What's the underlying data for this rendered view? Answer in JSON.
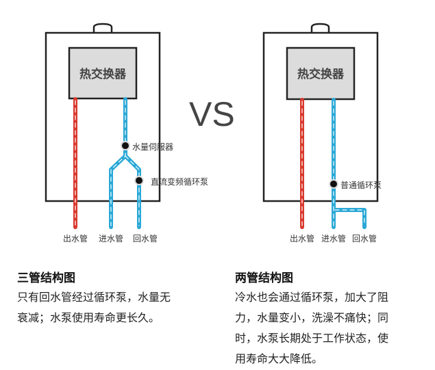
{
  "left": {
    "exchanger": "热交换器",
    "servo": "水量伺服器",
    "pump": "直流变频循环泵",
    "pipes": [
      "出水管",
      "进水管",
      "回水管"
    ],
    "title": "三管结构图",
    "body": [
      "只有回水管经过循环泵，水量无",
      "衰减；水泵使用寿命更长久。"
    ]
  },
  "vs": "VS",
  "right": {
    "exchanger": "热交换器",
    "pump": "普通循环泵",
    "pipes": [
      "出水管",
      "进水管",
      "回水管"
    ],
    "title": "两管结构图",
    "body": [
      "冷水也会通过循环泵，加大了阻",
      "力，水量变小，洗澡不痛快；同",
      "时，水泵长期处于工作状态，使",
      "用寿命大大降低。"
    ]
  },
  "colors": {
    "hot": "#d9382b",
    "cold": "#29a8d6"
  }
}
